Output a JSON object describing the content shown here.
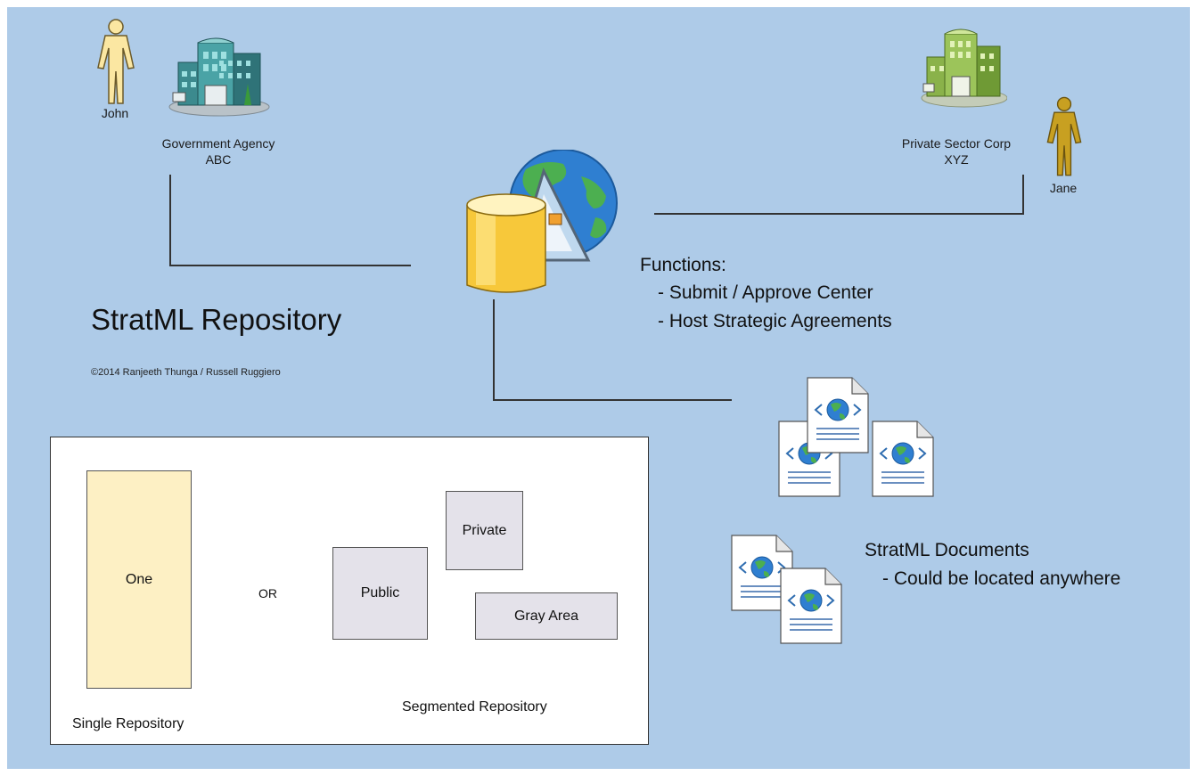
{
  "people": {
    "john": {
      "name": "John"
    },
    "jane": {
      "name": "Jane"
    }
  },
  "orgs": {
    "agency": {
      "line1": "Government Agency",
      "line2": "ABC"
    },
    "corp": {
      "line1": "Private Sector Corp",
      "line2": "XYZ"
    }
  },
  "repository": {
    "title": "StratML Repository",
    "copyright": "©2014 Ranjeeth Thunga / Russell Ruggiero"
  },
  "functions": {
    "heading": "Functions:",
    "items": [
      "- Submit / Approve Center",
      "- Host Strategic Agreements"
    ]
  },
  "documents": {
    "heading": "StratML Documents",
    "note": "- Could be located anywhere"
  },
  "panel": {
    "single_box": "One",
    "single_caption": "Single Repository",
    "or_label": "OR",
    "public_box": "Public",
    "private_box": "Private",
    "gray_box": "Gray Area",
    "segmented_caption": "Segmented Repository"
  },
  "colors": {
    "background": "#aecbe8",
    "person_john": "#fbe7a2",
    "person_jane": "#c8a021",
    "database": "#f7c83a",
    "single_box": "#fdf0c4",
    "segment_box": "#e4e2ea"
  }
}
